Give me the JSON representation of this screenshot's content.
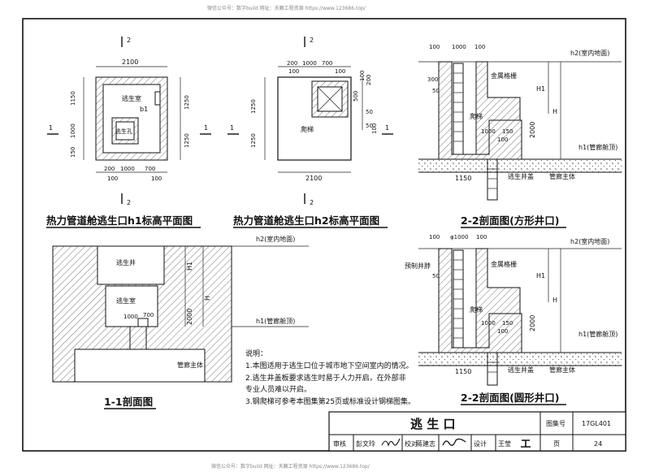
{
  "header": {
    "watermark_left": "微信公众号：数字build  网址：天籁工程资源  https://www.123686.top/",
    "watermark_bottom": "微信公众号：数字build  网址：天籁工程资源  https://www.123686.top/"
  },
  "views": {
    "plan_h1": {
      "title": "热力管道舱逃生口h1标高平面图",
      "room": "逃生室",
      "hole": "逃生孔",
      "dim_b1": "b1",
      "dims": {
        "top": "2100",
        "left_a": "1150",
        "left_b": "1000",
        "left_c": "150",
        "right_a": "1250",
        "right_b": "1250",
        "bot_a": "200",
        "bot_b": "1000",
        "bot_c": "700",
        "bot_d": "100",
        "bot_e": "100"
      },
      "sec_label": "2",
      "sec_side": "1"
    },
    "plan_h2": {
      "title": "热力管道舱逃生口h2标高平面图",
      "ladder": "爬梯",
      "dims": {
        "top_a": "200",
        "top_b": "1000",
        "top_c": "700",
        "top_d": "100",
        "top_e": "100",
        "left_a": "1250",
        "left_b": "1250",
        "right_a": "500",
        "right_b": "100",
        "right_c": "200",
        "right_d": "50",
        "right_e": "50",
        "right_f": "100",
        "bot": "2100"
      },
      "sec_label": "2",
      "sec_side": "1"
    },
    "sec_square": {
      "title": "2-2剖面图(方形井口)",
      "grate": "金属格栅",
      "ladder": "爬梯",
      "cover": "逃生井盖",
      "corridor": "管廊主体",
      "h2": "h2(室内地面)",
      "h1": "h1(管廊舱顶)",
      "H1": "H1",
      "H": "H",
      "dims": {
        "top_a": "100",
        "top_b": "1000",
        "top_c": "100",
        "left_a": "300",
        "left_b": "50",
        "mid_a": "1000",
        "mid_b": "150",
        "mid_c": "100",
        "d2000": "2000",
        "d1150": "1150"
      }
    },
    "sec_round": {
      "title": "2-2剖面图(圆形井口)",
      "grate": "金属格栅",
      "ladder": "爬梯",
      "cover": "逃生井盖",
      "corridor": "管廊主体",
      "collar": "预制井脖",
      "h2": "h2(室内地面)",
      "h1": "h1(管廊舱顶)",
      "H1": "H1",
      "H": "H",
      "dims": {
        "top_a": "100",
        "top_b": "φ1000",
        "top_c": "100",
        "left_a": "50",
        "mid_a": "1000",
        "mid_b": "150",
        "mid_c": "100",
        "d2000": "2000",
        "d1150": "1150"
      }
    },
    "sec_11": {
      "title": "1-1剖面图",
      "shaft": "逃生井",
      "room": "逃生室",
      "corridor": "管廊主体",
      "h2": "h2(室内地面)",
      "h1": "h1(管廊舱顶)",
      "H1": "H1",
      "H": "H",
      "dims": {
        "a": "1000",
        "b": "700",
        "c": "2000"
      }
    }
  },
  "notes": {
    "heading": "说明：",
    "items": [
      "1.本图适用于逃生口位于城市地下空间室内的情况。",
      "2.逃生井盖板要求逃生时易于人力开启，在外部非",
      "  专业人员难以开启。",
      "3.钢爬梯可参考本图集第25页或标准设计钢梯图集。"
    ]
  },
  "title_block": {
    "drawing_title": "逃 生 口",
    "atlas_label": "图集号",
    "atlas_no": "17GL401",
    "review_label": "审核",
    "reviewer": "彭文玲",
    "check_label": "校对",
    "checker": "蒋建志",
    "design_label": "设计",
    "designer": "王莹",
    "page_label": "页",
    "page_no": "24"
  }
}
